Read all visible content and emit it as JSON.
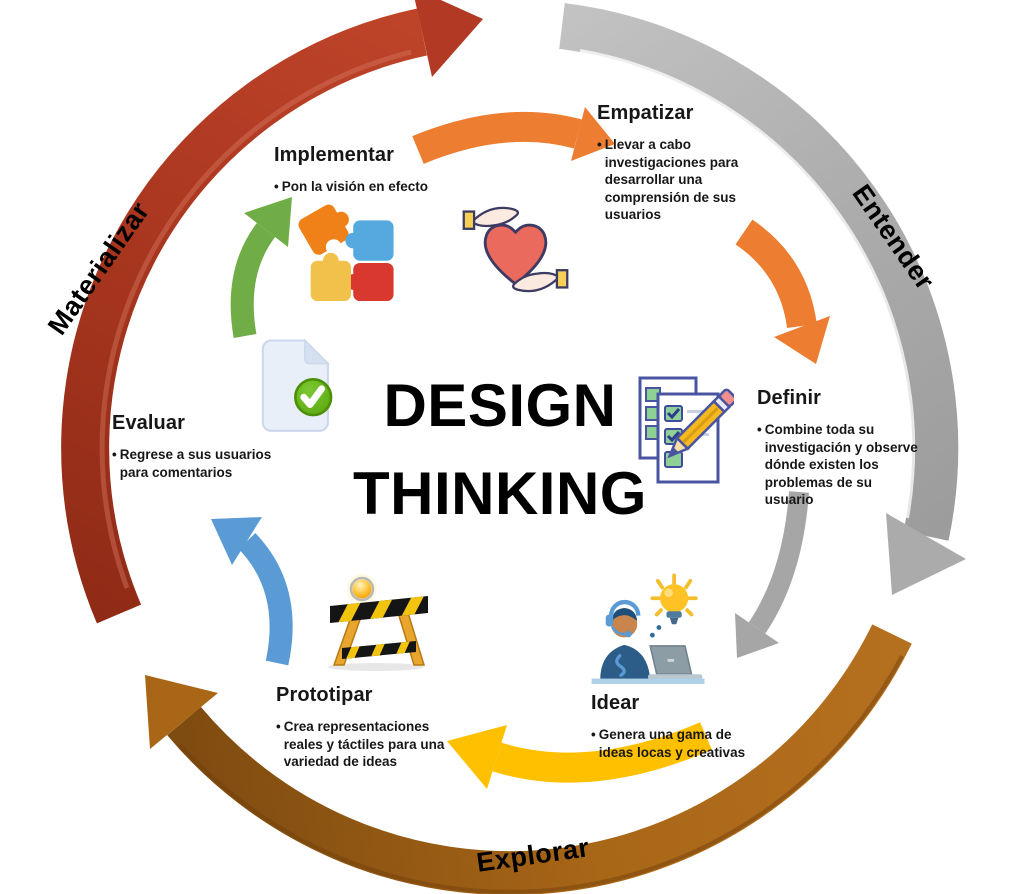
{
  "center_title": {
    "line1": "DESIGN",
    "line2": "THINKING"
  },
  "outer_phases": [
    {
      "label": "Entender",
      "color": "#ABABAB"
    },
    {
      "label": "Explorar",
      "color": "#A96617"
    },
    {
      "label": "Materializar",
      "color": "#B23A24"
    }
  ],
  "stages": [
    {
      "label": "Empatizar",
      "bullet": "Llevar a cabo investigaciones para desarrollar una comprensión de sus usuarios",
      "icon": "heart-in-hands-icon"
    },
    {
      "label": "Definir",
      "bullet": "Combine toda su investigación y observe dónde existen los problemas de su usuario",
      "icon": "checklist-pencil-icon"
    },
    {
      "label": "Idear",
      "bullet": "Genera una gama de ideas locas y creativas",
      "icon": "person-lightbulb-icon"
    },
    {
      "label": "Prototipar",
      "bullet": "Crea representaciones reales y táctiles para una variedad de ideas",
      "icon": "construction-barrier-icon"
    },
    {
      "label": "Evaluar",
      "bullet": "Regrese a sus usuarios para comentarios",
      "icon": "document-check-icon"
    },
    {
      "label": "Implementar",
      "bullet": "Pon la visión en efecto",
      "icon": "puzzle-pieces-icon"
    }
  ],
  "arrows": {
    "orange": "#ED7D31",
    "gray": "#A6A6A6",
    "yellow": "#FFC000",
    "blue": "#5B9BD5",
    "green": "#70AD47"
  }
}
